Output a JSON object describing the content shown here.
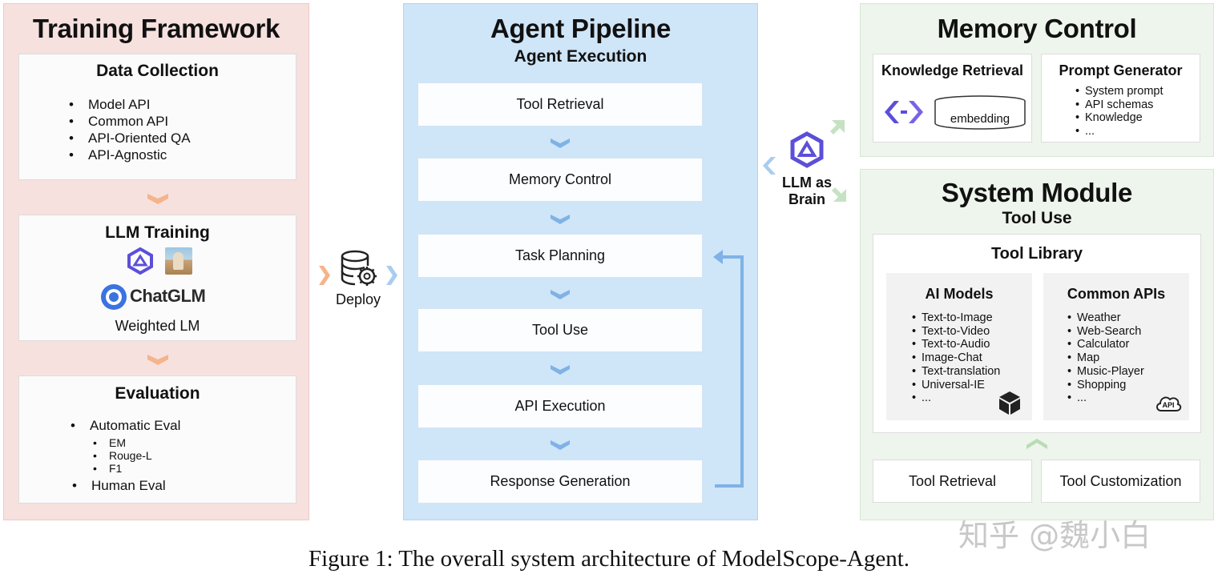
{
  "training": {
    "title": "Training Framework",
    "data_collection": {
      "title": "Data Collection",
      "items": [
        "Model API",
        "Common API",
        "API-Oriented QA",
        "API-Agnostic"
      ]
    },
    "llm_training": {
      "title": "LLM Training",
      "logo_text": "ChatGLM",
      "subtitle": "Weighted LM"
    },
    "evaluation": {
      "title": "Evaluation",
      "auto": "Automatic Eval",
      "metrics": [
        "EM",
        "Rouge-L",
        "F1"
      ],
      "human": "Human Eval"
    }
  },
  "deploy": {
    "label": "Deploy"
  },
  "pipeline": {
    "title": "Agent Pipeline",
    "subtitle": "Agent Execution",
    "steps": [
      "Tool Retrieval",
      "Memory Control",
      "Task Planning",
      "Tool Use",
      "API Execution",
      "Response Generation"
    ]
  },
  "brain": {
    "line1": "LLM as",
    "line2": "Brain"
  },
  "memory": {
    "title": "Memory Control",
    "knowledge": {
      "title": "Knowledge Retrieval",
      "db_label": "embedding"
    },
    "prompt": {
      "title": "Prompt Generator",
      "items": [
        "System prompt",
        "API schemas",
        "Knowledge",
        "..."
      ]
    }
  },
  "system": {
    "title": "System Module",
    "subtitle": "Tool Use",
    "library": {
      "title": "Tool Library",
      "ai_models": {
        "title": "AI Models",
        "items": [
          "Text-to-Image",
          "Text-to-Video",
          "Text-to-Audio",
          "Image-Chat",
          "Text-translation",
          "Universal-IE",
          "..."
        ]
      },
      "common_apis": {
        "title": "Common APIs",
        "items": [
          "Weather",
          "Web-Search",
          "Calculator",
          "Map",
          "Music-Player",
          "Shopping",
          "..."
        ],
        "badge": "API"
      }
    },
    "tool_retrieval": "Tool Retrieval",
    "tool_customization": "Tool Customization"
  },
  "watermark": "知乎 @魏小白",
  "caption": "Figure 1: The overall system architecture of ModelScope-Agent.",
  "colors": {
    "training_bg": "#f6e1df",
    "pipeline_bg": "#cfe5f8",
    "memory_bg": "#eef5ec",
    "pipeline_arrow": "#7fb2e6",
    "orange_arrow": "#f5b48a",
    "green_arrow": "#b8dcb5",
    "icon_purple": "#5b4fd9"
  }
}
